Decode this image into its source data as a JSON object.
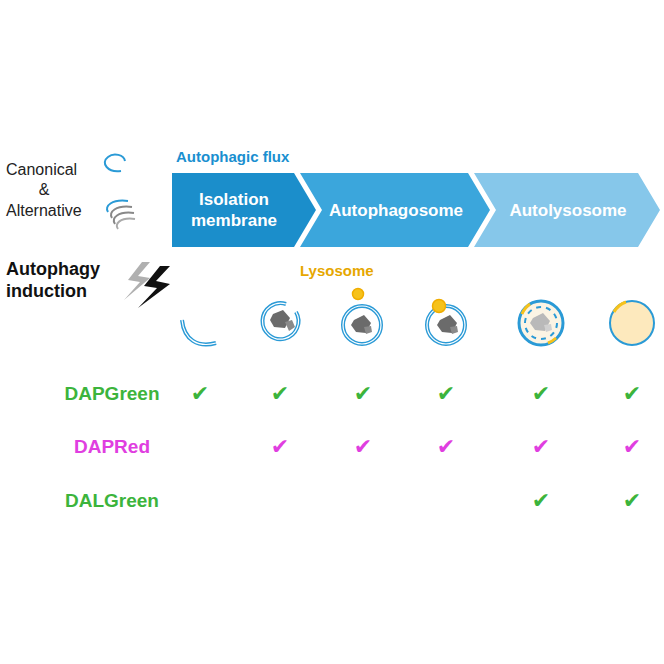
{
  "diagram": {
    "nodes": [
      {
        "text": [
          "Isolation membrane"
        ]
      },
      {
        "text": [
          "Autophagosome"
        ]
      },
      {
        "text": [
          "Autolysosome"
        ]
      }
    ],
    "labels": [
      "Canonical",
      "&",
      "Alternative",
      "Autophagy induction",
      "Autophagic flux",
      "Lysosome",
      "DAPGreen",
      "✔",
      "✔",
      "✔",
      "✔",
      "✔",
      "✔",
      "DAPRed",
      "✔",
      "✔",
      "✔",
      "✔",
      "✔",
      "DALGreen",
      "✔",
      "✔"
    ]
  }
}
